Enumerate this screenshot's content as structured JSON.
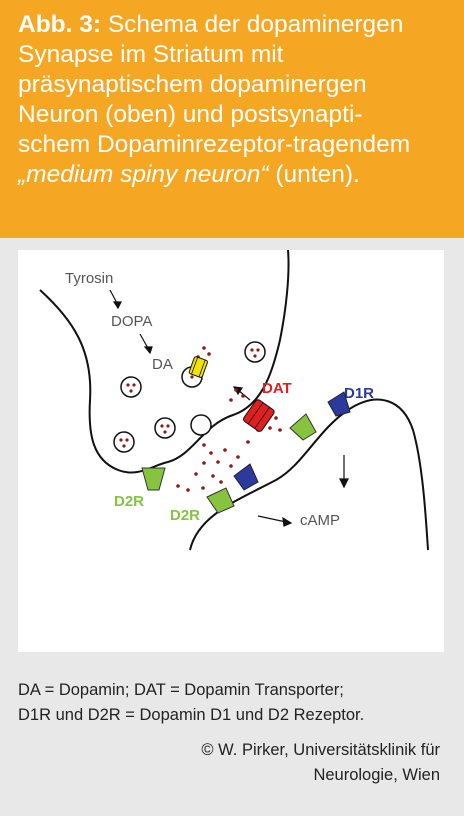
{
  "header": {
    "label": "Abb. 3:",
    "line1": "Schema der dopaminergen",
    "line2": "Synapse im Striatum mit",
    "line3": "präsynaptischem dopaminergen",
    "line4": "Neuron (oben) und postsynapti-",
    "line5": "schem Dopaminrezeptor-tragendem",
    "line6_italic": "„medium spiny neuron“",
    "line6_rest": " (unten)."
  },
  "diagram": {
    "tyrosin": "Tyrosin",
    "dopa": "DOPA",
    "da": "DA",
    "dat": "DAT",
    "d1r": "D1R",
    "d2r_left": "D2R",
    "d2r_right": "D2R",
    "camp": "cAMP"
  },
  "caption": {
    "line1": "DA = Dopamin; DAT = Dopamin Transporter;",
    "line2": "D1R und D2R = Dopamin D1 und D2 Rezeptor."
  },
  "credit": {
    "line1": "© W. Pirker, Universitätsklinik für",
    "line2": "Neurologie, Wien"
  },
  "colors": {
    "header_bg": "#f5a623",
    "dat_red": "#e02020",
    "d1r_blue": "#2b3a9c",
    "d2r_green": "#86c440",
    "yellow_transporter": "#f2e400"
  }
}
